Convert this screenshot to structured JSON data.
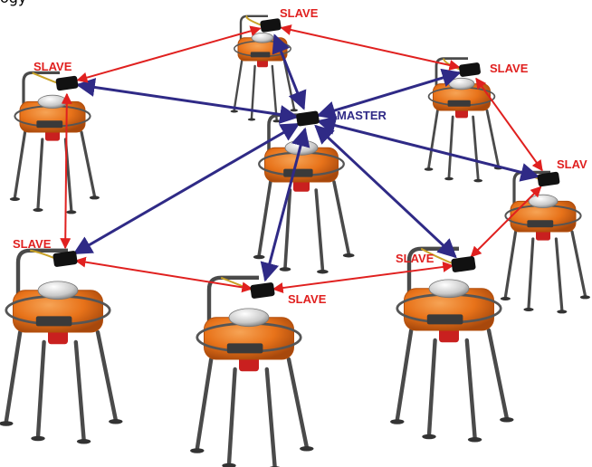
{
  "top_cut_text": "ogy",
  "colors": {
    "master_link": "#2f2a86",
    "slave_link": "#e0201f",
    "slave_label": "#e0201f",
    "master_label": "#2f2a86",
    "unit_body": "#e8731a",
    "unit_dark": "#b34d0a",
    "legs": "#4a4a4a",
    "sensor": "#111111"
  },
  "nodes": [
    {
      "id": "top",
      "role": "slave",
      "label": "SLAVE"
    },
    {
      "id": "left",
      "role": "slave",
      "label": "SLAVE"
    },
    {
      "id": "upper-right",
      "role": "slave",
      "label": "SLAVE"
    },
    {
      "id": "center",
      "role": "master",
      "label": "MASTER"
    },
    {
      "id": "far-right",
      "role": "slave",
      "label": "SLAV"
    },
    {
      "id": "lower-left",
      "role": "slave",
      "label": "SLAVE"
    },
    {
      "id": "bottom-center",
      "role": "slave",
      "label": "SLAVE"
    },
    {
      "id": "lower-right",
      "role": "slave",
      "label": "SLAVE"
    }
  ]
}
